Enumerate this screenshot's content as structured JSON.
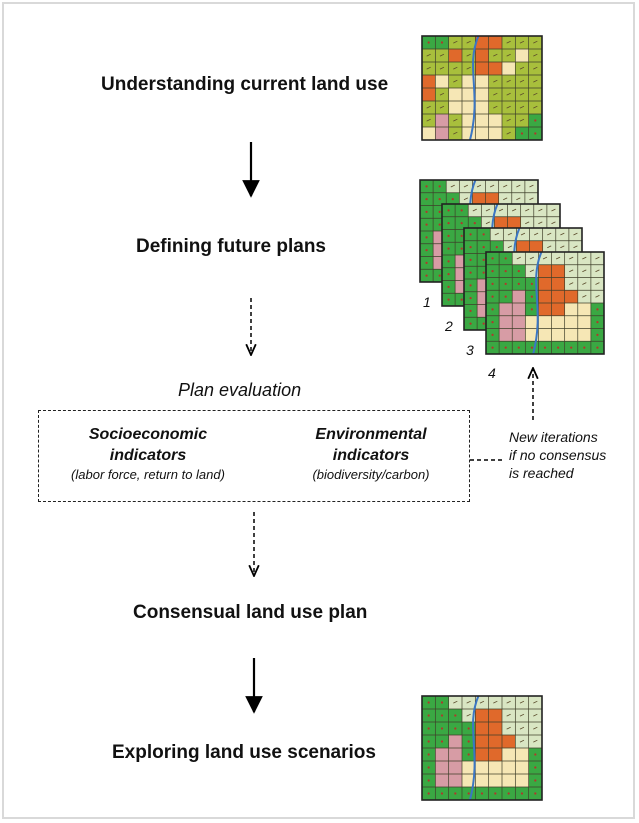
{
  "steps": {
    "understanding": "Understanding current land use",
    "defining": "Defining future plans",
    "consensual": "Consensual land use plan",
    "exploring": "Exploring land use scenarios"
  },
  "evaluation": {
    "title": "Plan evaluation",
    "socioeconomic": {
      "title_line1": "Socioeconomic",
      "title_line2": "indicators",
      "detail": "(labor force, return to land)"
    },
    "environmental": {
      "title_line1": "Environmental",
      "title_line2": "indicators",
      "detail": "(biodiversity/carbon)"
    }
  },
  "iterations": {
    "line1": "New iterations",
    "line2": "if no consensus",
    "line3": "is reached"
  },
  "plan_labels": [
    "1",
    "2",
    "3",
    "4"
  ],
  "colors": {
    "forest": "#3aa843",
    "agro": "#a8bf3c",
    "orange": "#e0692b",
    "cream": "#f6e7b5",
    "pale": "#d9e6c3",
    "pink": "#d79ca5",
    "river": "#3b76c4",
    "gridline": "#3f3f2a",
    "frame": "#d9d9d9"
  }
}
